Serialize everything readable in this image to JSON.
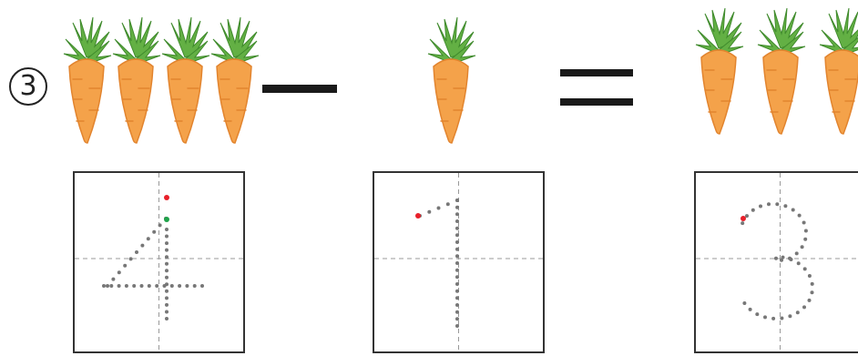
{
  "problem": {
    "number": "3",
    "left_count": 4,
    "subtract_count": 1,
    "result_count": 3
  },
  "operators": {
    "minus": "minus",
    "equals": "equals"
  },
  "tracing": {
    "digits": [
      "4",
      "1",
      "3"
    ]
  },
  "colors": {
    "carrot_body": "#f4a24a",
    "carrot_outline": "#e2842e",
    "leaf": "#63b044",
    "leaf_dark": "#3f8a2c",
    "dots": "#777777",
    "start_dot": "#e8202a",
    "second_dot": "#1fa24a",
    "guide": "#999999"
  },
  "icons": [
    "circle-number-icon",
    "carrot-icon",
    "minus-sign-icon",
    "equals-sign-icon"
  ]
}
